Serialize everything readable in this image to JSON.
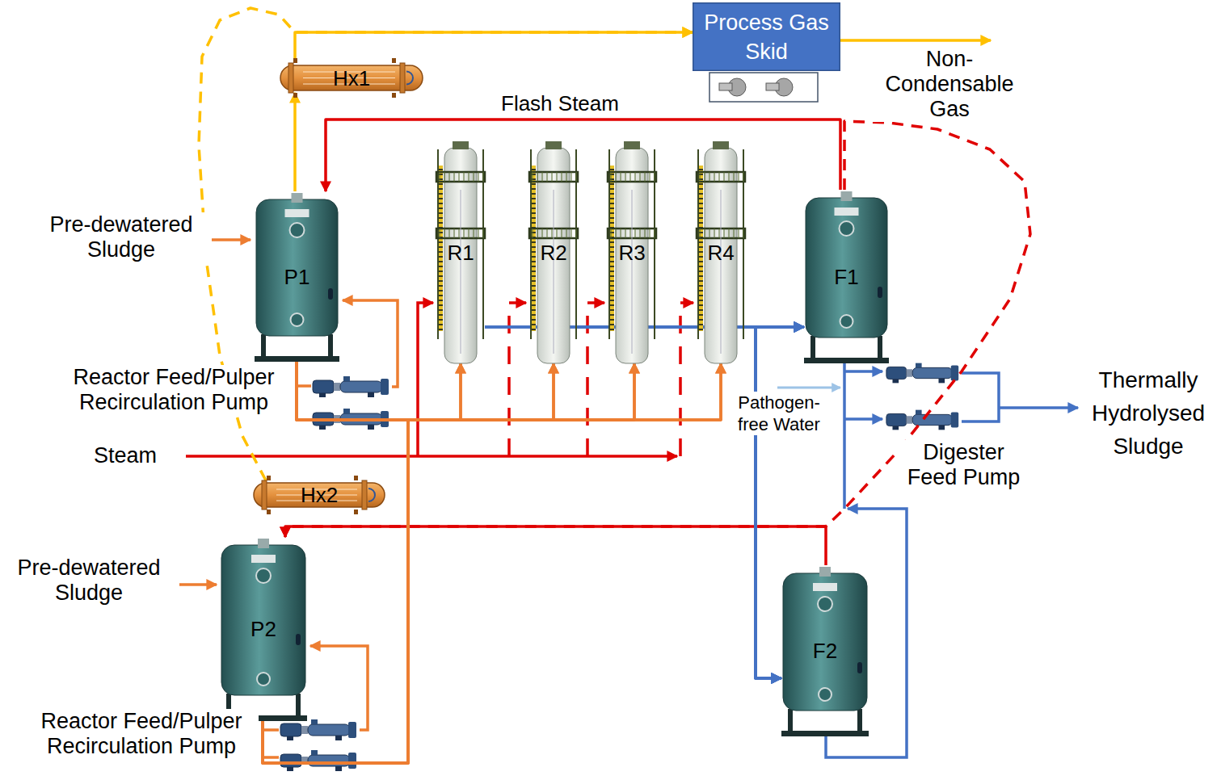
{
  "diagram": {
    "nodes": [
      {
        "text": [
          "Process Gas Skid"
        ]
      },
      {
        "text": [
          "Hx1"
        ]
      },
      {
        "text": [
          "P1"
        ]
      },
      {
        "text": [
          "R1"
        ]
      },
      {
        "text": [
          "R2"
        ]
      },
      {
        "text": [
          "R3"
        ]
      },
      {
        "text": [
          "R4"
        ]
      },
      {
        "text": [
          "F1"
        ]
      },
      {
        "text": [
          "Hx2"
        ]
      },
      {
        "text": [
          "P2"
        ]
      },
      {
        "text": [
          "F2"
        ]
      }
    ],
    "edges": [
      {
        "from": 2,
        "to": 1,
        "arrow": "to"
      },
      {
        "from": 1,
        "to": 0,
        "arrow": "to"
      },
      {
        "from": 8,
        "to": 0,
        "arrow": "to"
      },
      {
        "from": 7,
        "to": 2,
        "label": "Flash Steam",
        "arrow": "to"
      },
      {
        "from": 10,
        "to": 9,
        "arrow": "to"
      },
      {
        "from": 7,
        "to": 9,
        "arrow": "to"
      },
      {
        "from": 2,
        "to": 3,
        "arrow": "to"
      },
      {
        "from": 2,
        "to": 4,
        "arrow": "to"
      },
      {
        "from": 2,
        "to": 5,
        "arrow": "to"
      },
      {
        "from": 2,
        "to": 6,
        "arrow": "to"
      },
      {
        "from": 9,
        "to": 3,
        "arrow": "to"
      },
      {
        "from": 9,
        "to": 4,
        "arrow": "to"
      },
      {
        "from": 9,
        "to": 5,
        "arrow": "to"
      },
      {
        "from": 9,
        "to": 6,
        "arrow": "to"
      },
      {
        "from": 3,
        "to": 7,
        "arrow": "to"
      },
      {
        "from": 4,
        "to": 7,
        "arrow": "to"
      },
      {
        "from": 5,
        "to": 7,
        "arrow": "to"
      },
      {
        "from": 6,
        "to": 7,
        "arrow": "to"
      },
      {
        "from": 3,
        "to": 10,
        "arrow": "to"
      },
      {
        "from": 4,
        "to": 10,
        "arrow": "to"
      },
      {
        "from": 5,
        "to": 10,
        "arrow": "to"
      },
      {
        "from": 6,
        "to": 10,
        "arrow": "to"
      }
    ],
    "labels": [
      "Non-Condensable Gas",
      "Pre-dewatered Sludge",
      "Reactor Feed/Pulper Recirculation Pump",
      "Steam",
      "Pathogen-free Water",
      "Digester Feed Pump",
      "Thermally Hydrolysed Sludge",
      "Pre-dewatered Sludge",
      "Reactor Feed/Pulper Recirculation Pump"
    ]
  }
}
